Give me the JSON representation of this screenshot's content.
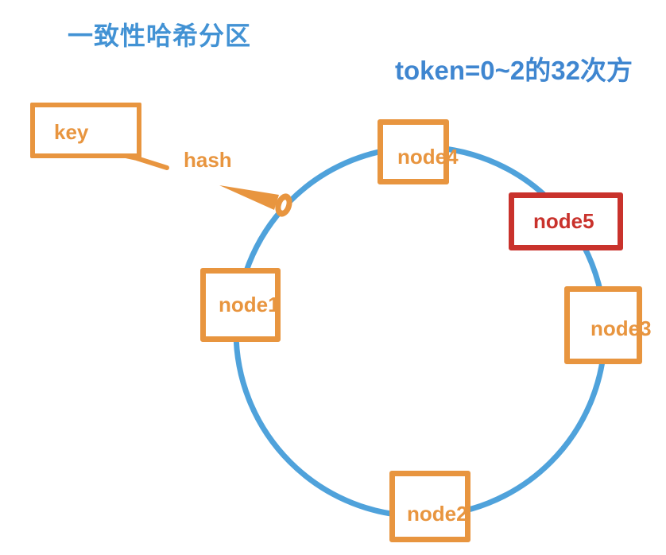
{
  "title": "一致性哈希分区",
  "annotation": "token=0~2的32次方",
  "key_label": "key",
  "hash_label": "hash",
  "nodes": [
    {
      "id": "node1",
      "label": "node1",
      "status": "normal"
    },
    {
      "id": "node2",
      "label": "node2",
      "status": "normal"
    },
    {
      "id": "node3",
      "label": "node3",
      "status": "normal"
    },
    {
      "id": "node4",
      "label": "node4",
      "status": "normal"
    },
    {
      "id": "node5",
      "label": "node5",
      "status": "highlighted"
    }
  ],
  "colors": {
    "ring_blue": "#4fa2db",
    "heading_blue": "#4292d4",
    "node_orange": "#e8953f",
    "highlight_red": "#c9322c",
    "background": "#ffffff"
  }
}
